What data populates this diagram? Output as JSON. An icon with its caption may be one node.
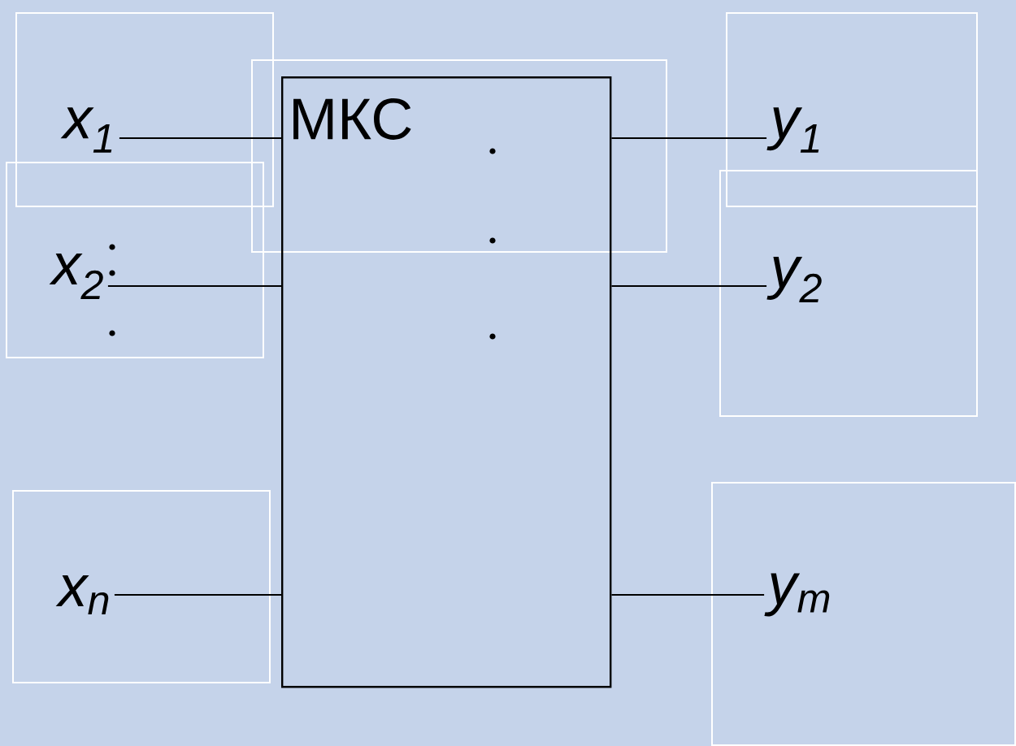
{
  "diagram": {
    "nodes": [
      {
        "text": [
          "x$_{1}$"
        ]
      },
      {
        "text": [
          "МКС"
        ]
      },
      {
        "text": [
          "y$_{1}$"
        ]
      },
      {
        "text": [
          "x$_{2}$"
        ]
      },
      {
        "text": [
          "y$_{2}$"
        ]
      },
      {
        "text": [
          "x$_{n}$"
        ]
      },
      {
        "text": [
          "y$_{m}$"
        ]
      }
    ],
    "edges": [
      {
        "from": 0,
        "to": 1,
        "arrow": "none"
      },
      {
        "from": 1,
        "to": 2,
        "arrow": "none"
      },
      {
        "from": 3,
        "to": 1,
        "arrow": "none"
      },
      {
        "from": 1,
        "to": 4,
        "arrow": "none"
      },
      {
        "from": 5,
        "to": 1,
        "arrow": "none"
      },
      {
        "from": 1,
        "to": 6,
        "arrow": "none"
      }
    ]
  }
}
